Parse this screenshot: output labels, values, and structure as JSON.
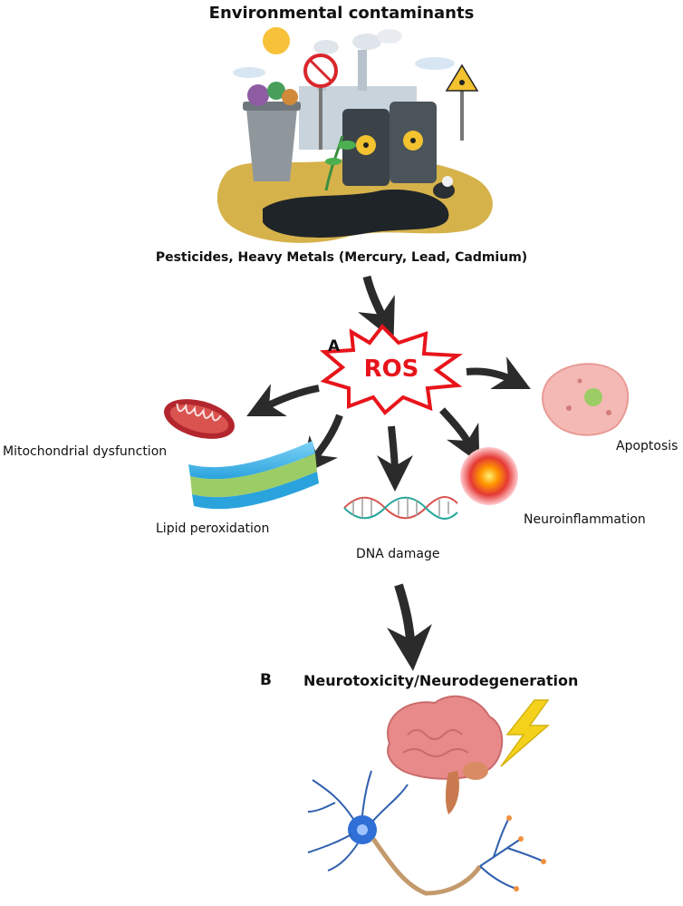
{
  "title": "Environmental contaminants",
  "sources": "Pesticides, Heavy Metals (Mercury, Lead, Cadmium)",
  "panel_a": "A",
  "panel_b": "B",
  "ros": "ROS",
  "effects": {
    "mitochondrial": "Mitochondrial dysfunction",
    "lipid": "Lipid peroxidation",
    "dna": "DNA damage",
    "neuroinflammation": "Neuroinflammation",
    "apoptosis": "Apoptosis"
  },
  "outcome": "Neurotoxicity/Neurodegeneration",
  "colors": {
    "ros_red": "#e8141b",
    "arrow": "#2b2b2b",
    "mito": "#c0392b",
    "brain": "#e88a8a",
    "neuron": "#2f6fd6",
    "lightning": "#f4d21c"
  }
}
